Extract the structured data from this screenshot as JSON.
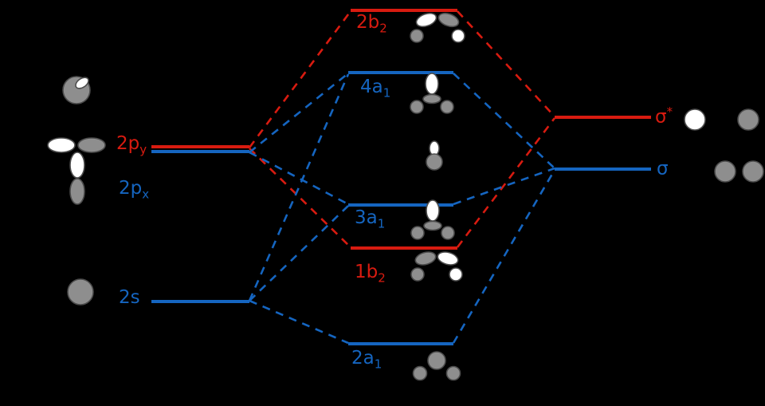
{
  "colors": {
    "red": "#d81b10",
    "blue": "#1565c0",
    "orbital_grey": "#8e8e8e",
    "orbital_white": "#ffffff",
    "background": "#000000"
  },
  "left_levels": [
    {
      "id": "2p_y",
      "label_main": "2p",
      "label_sub": "y",
      "color": "red"
    },
    {
      "id": "2p_x",
      "label_main": "2p",
      "label_sub": "x",
      "color": "blue"
    },
    {
      "id": "2s",
      "label_main": "2s",
      "label_sub": "",
      "color": "blue"
    }
  ],
  "center_levels": [
    {
      "id": "2b2",
      "label_main": "2b",
      "label_sub": "2",
      "color": "red"
    },
    {
      "id": "4a1",
      "label_main": "4a",
      "label_sub": "1",
      "color": "blue"
    },
    {
      "id": "3a1",
      "label_main": "3a",
      "label_sub": "1",
      "color": "blue"
    },
    {
      "id": "1b2",
      "label_main": "1b",
      "label_sub": "2",
      "color": "red"
    },
    {
      "id": "2a1",
      "label_main": "2a",
      "label_sub": "1",
      "color": "blue"
    }
  ],
  "right_levels": [
    {
      "id": "sigma_star",
      "label_main": "σ",
      "label_sup": "*",
      "color": "red"
    },
    {
      "id": "sigma",
      "label_main": "σ",
      "label_sup": "",
      "color": "blue"
    }
  ]
}
